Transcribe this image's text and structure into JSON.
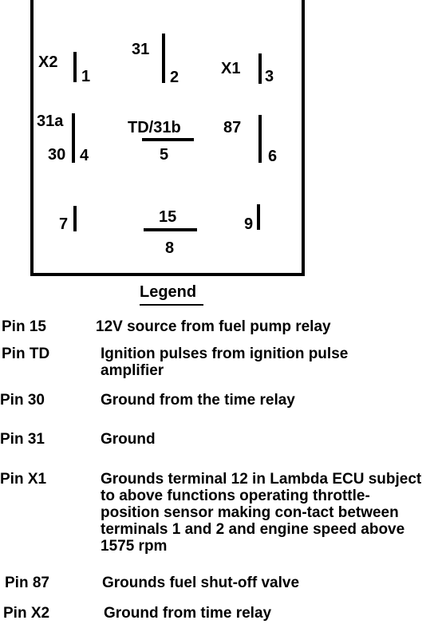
{
  "diagram": {
    "pins": {
      "x2": "X2",
      "n1": "1",
      "p31": "31",
      "n2": "2",
      "x1": "X1",
      "n3": "3",
      "p31a": "31a",
      "p30": "30",
      "n4": "4",
      "td31b": "TD/31b",
      "n5": "5",
      "p87": "87",
      "n6": "6",
      "n7": "7",
      "p15": "15",
      "n8": "8",
      "n9": "9"
    }
  },
  "legend": {
    "title": "Legend",
    "rows": [
      {
        "pin": "Pin 15",
        "desc": "12V source from fuel pump relay"
      },
      {
        "pin": "Pin TD",
        "desc": "Ignition pulses from ignition pulse amplifier"
      },
      {
        "pin": "Pin 30",
        "desc": "Ground from the time relay"
      },
      {
        "pin": "Pin 31",
        "desc": "Ground"
      },
      {
        "pin": "Pin X1",
        "desc": "Grounds terminal 12 in Lambda ECU subject to above functions operating throttle-position sensor making con-tact between terminals 1 and 2 and engine speed above 1575 rpm"
      },
      {
        "pin": "Pin 87",
        "desc": "Grounds fuel shut-off valve"
      },
      {
        "pin": "Pin X2",
        "desc": "Ground from time relay"
      }
    ]
  }
}
